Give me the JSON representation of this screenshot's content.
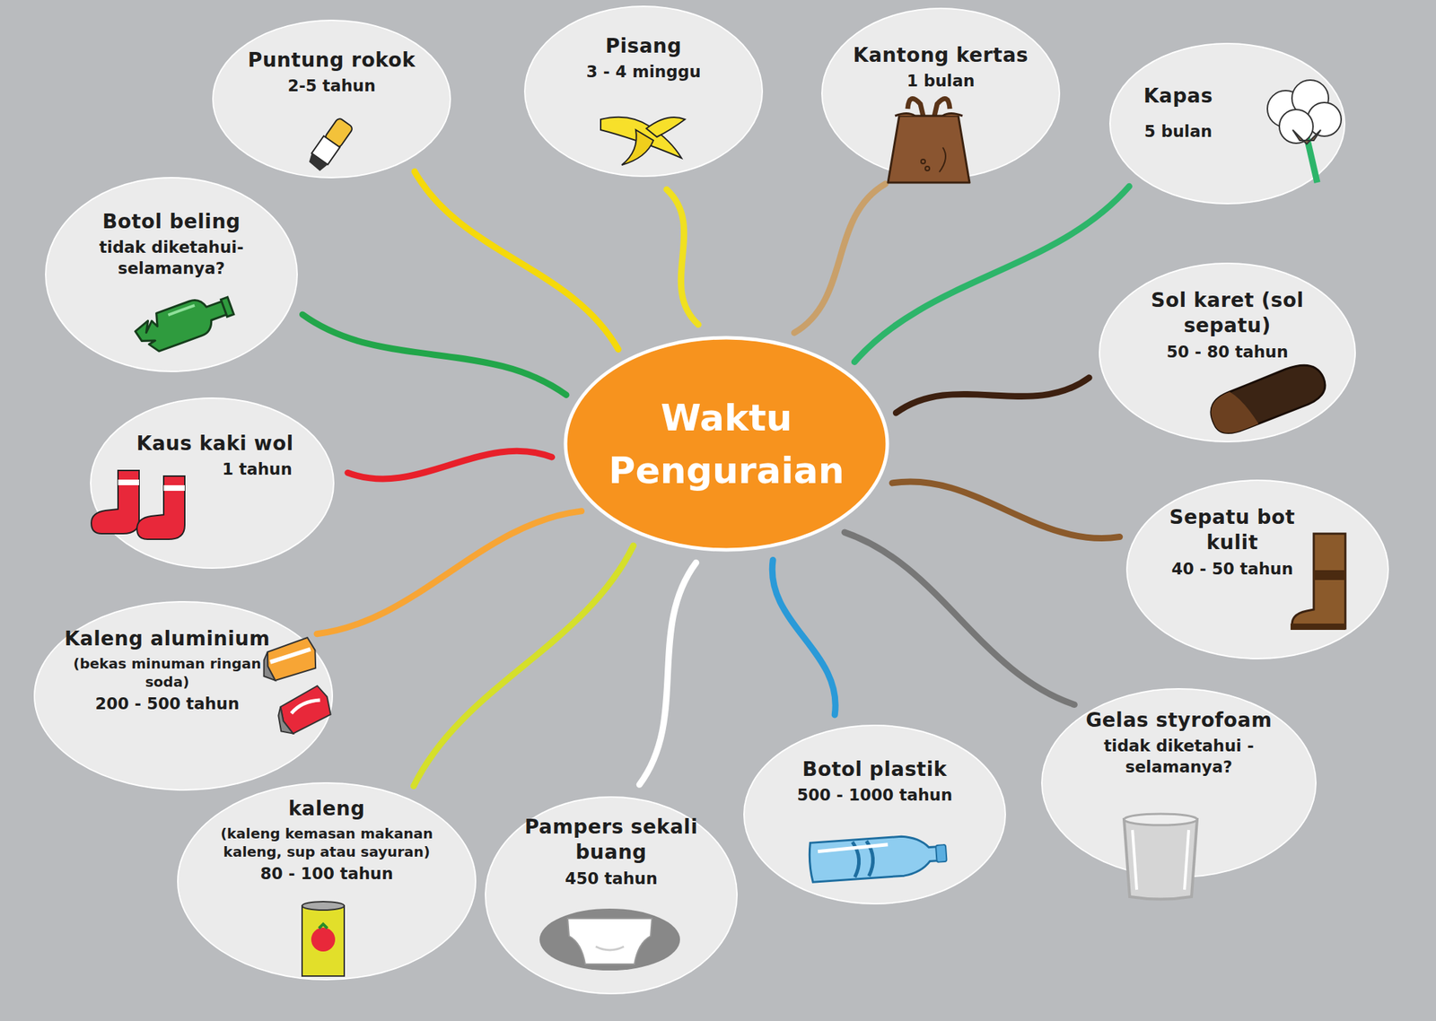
{
  "diagram": {
    "nodes": [
      {
        "text": [
          "Waktu Penguraian"
        ]
      },
      {
        "text": [
          "Puntung rokok",
          "2-5 tahun"
        ]
      },
      {
        "text": [
          "Pisang",
          "3 - 4 minggu"
        ]
      },
      {
        "text": [
          "Kantong kertas",
          "1 bulan"
        ]
      },
      {
        "text": [
          "Kapas",
          "5 bulan"
        ]
      },
      {
        "text": [
          "Botol beling",
          "tidak diketahui- selamanya?"
        ]
      },
      {
        "text": [
          "Sol karet (sol sepatu)",
          "50 - 80 tahun"
        ]
      },
      {
        "text": [
          "Kaus kaki wol",
          "1 tahun"
        ]
      },
      {
        "text": [
          "Sepatu bot kulit",
          "40 - 50 tahun"
        ]
      },
      {
        "text": [
          "Kaleng aluminium",
          "(bekas minuman ringan soda)",
          "200 - 500 tahun"
        ]
      },
      {
        "text": [
          "Gelas styrofoam",
          "tidak diketahui -selamanya?"
        ]
      },
      {
        "text": [
          "Botol plastik",
          "500 - 1000 tahun"
        ]
      },
      {
        "text": [
          "kaleng",
          "(kaleng kemasan makanan kaleng, sup atau sayuran)",
          "80 - 100 tahun"
        ]
      },
      {
        "text": [
          "Pampers sekali buang",
          "450 tahun"
        ]
      }
    ],
    "edges": [
      {
        "from": 0,
        "to": 1,
        "arrow": "none"
      },
      {
        "from": 0,
        "to": 2,
        "arrow": "none"
      },
      {
        "from": 0,
        "to": 3,
        "arrow": "none"
      },
      {
        "from": 0,
        "to": 4,
        "arrow": "none"
      },
      {
        "from": 0,
        "to": 5,
        "arrow": "none"
      },
      {
        "from": 0,
        "to": 6,
        "arrow": "none"
      },
      {
        "from": 0,
        "to": 7,
        "arrow": "none"
      },
      {
        "from": 0,
        "to": 8,
        "arrow": "none"
      },
      {
        "from": 0,
        "to": 9,
        "arrow": "none"
      },
      {
        "from": 0,
        "to": 10,
        "arrow": "none"
      },
      {
        "from": 0,
        "to": 11,
        "arrow": "none"
      },
      {
        "from": 0,
        "to": 12,
        "arrow": "none"
      },
      {
        "from": 0,
        "to": 13,
        "arrow": "none"
      }
    ]
  }
}
